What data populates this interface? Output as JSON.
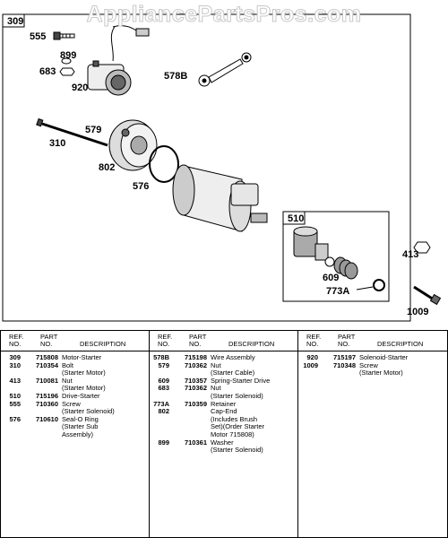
{
  "watermark": "AppliancePartsPros.com",
  "diagram": {
    "main_box_label": "309",
    "sub_box_label": "510",
    "callouts": [
      "555",
      "899",
      "683",
      "920",
      "578B",
      "579",
      "310",
      "802",
      "576",
      "413",
      "609",
      "773A",
      "1009"
    ]
  },
  "table": {
    "headers": {
      "ref": [
        "REF.",
        "NO."
      ],
      "part": [
        "PART",
        "NO."
      ],
      "desc": "DESCRIPTION"
    },
    "columns": [
      [
        {
          "ref": "309",
          "part": "715808",
          "desc": [
            "Motor-Starter"
          ]
        },
        {
          "ref": "310",
          "part": "710354",
          "desc": [
            "Bolt",
            "(Starter Motor)"
          ]
        },
        {
          "ref": "413",
          "part": "710081",
          "desc": [
            "Nut",
            "(Starter Motor)"
          ]
        },
        {
          "ref": "510",
          "part": "715196",
          "desc": [
            "Drive-Starter"
          ]
        },
        {
          "ref": "555",
          "part": "710360",
          "desc": [
            "Screw",
            "(Starter Solenoid)"
          ]
        },
        {
          "ref": "576",
          "part": "710610",
          "desc": [
            "Seal-O Ring",
            "(Starter Sub",
            "Assembly)"
          ]
        }
      ],
      [
        {
          "ref": "578B",
          "part": "715198",
          "desc": [
            "Wire Assembly"
          ]
        },
        {
          "ref": "579",
          "part": "710362",
          "desc": [
            "Nut",
            "(Starter Cable)"
          ]
        },
        {
          "ref": "609",
          "part": "710357",
          "desc": [
            "Spring-Starter Drive"
          ]
        },
        {
          "ref": "683",
          "part": "710362",
          "desc": [
            "Nut",
            "(Starter Solenoid)"
          ]
        },
        {
          "ref": "773A",
          "part": "710359",
          "desc": [
            "Retainer"
          ]
        },
        {
          "ref": "802",
          "part": "",
          "desc": [
            "Cap-End",
            "(Includes Brush",
            "Set)(Order Starter",
            "Motor 715808)"
          ]
        },
        {
          "ref": "899",
          "part": "710361",
          "desc": [
            "Washer",
            "(Starter Solenoid)"
          ]
        }
      ],
      [
        {
          "ref": "920",
          "part": "715197",
          "desc": [
            "Solenoid-Starter"
          ]
        },
        {
          "ref": "1009",
          "part": "710348",
          "desc": [
            "Screw",
            "(Starter Motor)"
          ]
        }
      ]
    ]
  }
}
